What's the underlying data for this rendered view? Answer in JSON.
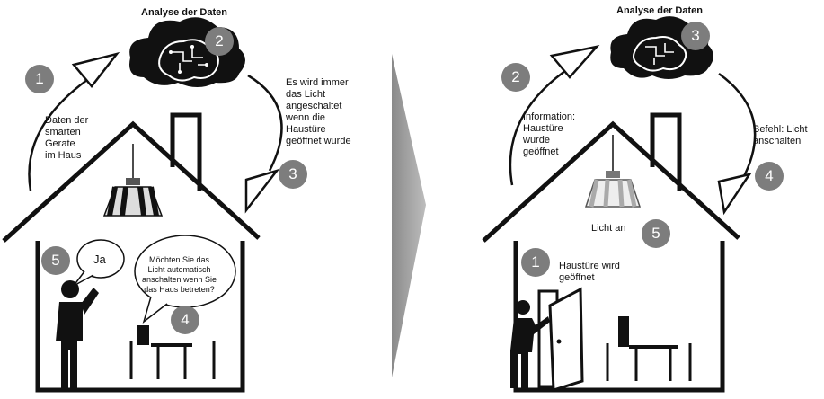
{
  "left": {
    "title": "Analyse der Daten",
    "step1_text": "Daten der\nsmarten\nGerate\nim Haus",
    "step2_text": "Es wird immer\ndas Licht\nangeschaltet\nwenn die\nHaustüre\ngeöffnet wurde",
    "speech_ja": "Ja",
    "speech_question": "Möchten Sie das\nLicht automatisch\nanschalten wenn Sie\ndas Haus betreten?",
    "badges": {
      "b1": "1",
      "b2": "2",
      "b3": "3",
      "b4": "4",
      "b5": "5"
    }
  },
  "right": {
    "title": "Analyse der Daten",
    "info_text": "Information:\nHaustüre\nwurde\ngeöffnet",
    "command_text": "Befehl: Licht\nanschalten",
    "light_on": "Licht an",
    "door_opened": "Haustüre wird\ngeöffnet",
    "badges": {
      "b1": "1",
      "b2": "2",
      "b3": "3",
      "b4": "4",
      "b5": "5"
    }
  },
  "colors": {
    "badge": "#7d7d7d",
    "arrow": "#9a9a9a",
    "ink": "#111111"
  },
  "icons": [
    "brain-cloud-icon",
    "wifi-signal-icon",
    "lamp-icon",
    "person-icon",
    "door-icon",
    "table-chairs-icon",
    "smart-speaker-icon"
  ]
}
